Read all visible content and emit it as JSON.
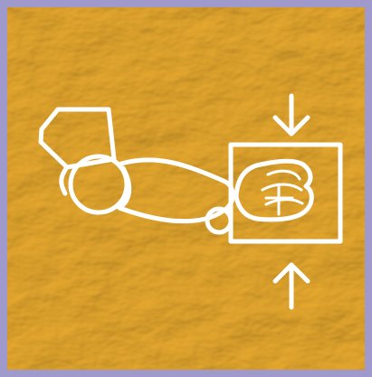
{
  "icon": {
    "name": "arm-hand-compression-icon",
    "background_color": "#e7b530",
    "border_color": "#9f9acb",
    "line_color": "#ffffff",
    "elements": [
      "shoulder-outline",
      "upper-arm-joint",
      "forearm",
      "wrist-joint",
      "hand-frame",
      "hand",
      "top-down-arrow",
      "bottom-up-arrow"
    ]
  }
}
